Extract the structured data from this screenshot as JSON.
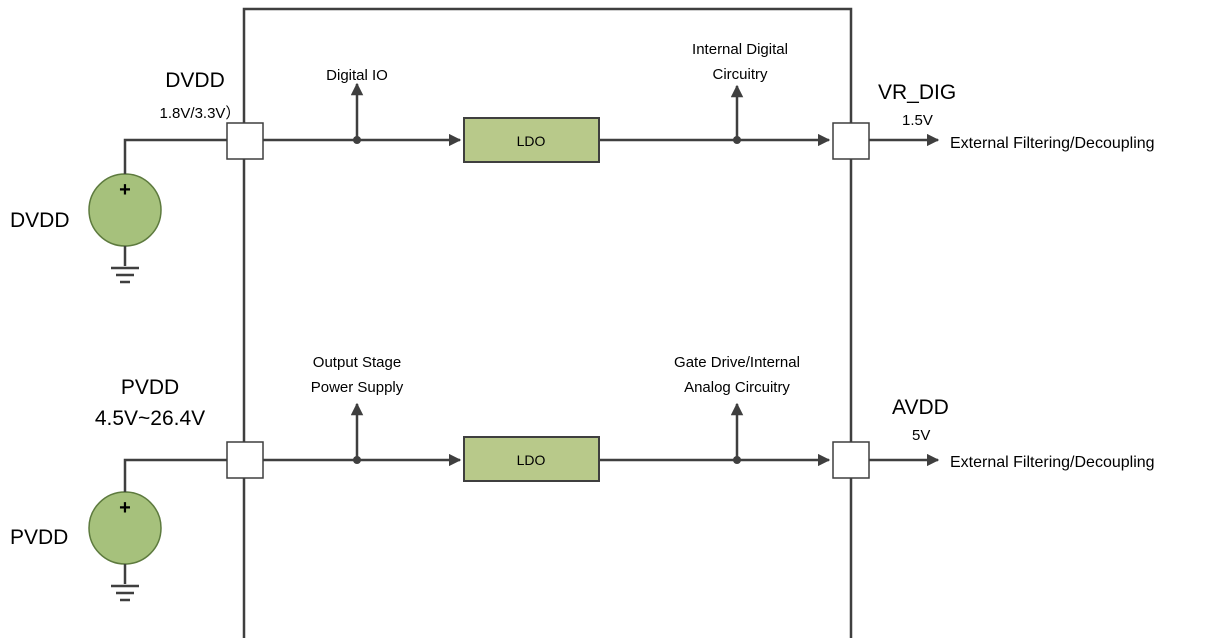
{
  "colors": {
    "line": "#3f3f3f",
    "ldo_fill": "#b8c98a",
    "source_fill": "#a6c17c",
    "source_stroke": "#5d7a3e",
    "plus_sign": "#ffffff"
  },
  "icons": {
    "source": "dc-voltage-source-icon",
    "ground": "ground-icon",
    "arrow": "arrow-icon",
    "junction": "junction-dot-icon"
  },
  "rails": [
    {
      "id": "digital",
      "source_label": "DVDD",
      "input_name": "DVDD",
      "input_voltage": "1.8V/3.3V）",
      "tap1_label": [
        "Digital IO"
      ],
      "ldo_label": "LDO",
      "tap2_label": [
        "Internal Digital",
        "Circuitry"
      ],
      "output_name": "VR_DIG",
      "output_voltage": "1.5V",
      "output_note": "External Filtering/Decoupling"
    },
    {
      "id": "analog",
      "source_label": "PVDD",
      "input_name": "PVDD",
      "input_voltage": "4.5V~26.4V",
      "tap1_label": [
        "Output Stage",
        "Power Supply"
      ],
      "ldo_label": "LDO",
      "tap2_label": [
        "Gate Drive/Internal",
        "Analog Circuitry"
      ],
      "output_name": "AVDD",
      "output_voltage": "5V",
      "output_note": "External Filtering/Decoupling"
    }
  ]
}
